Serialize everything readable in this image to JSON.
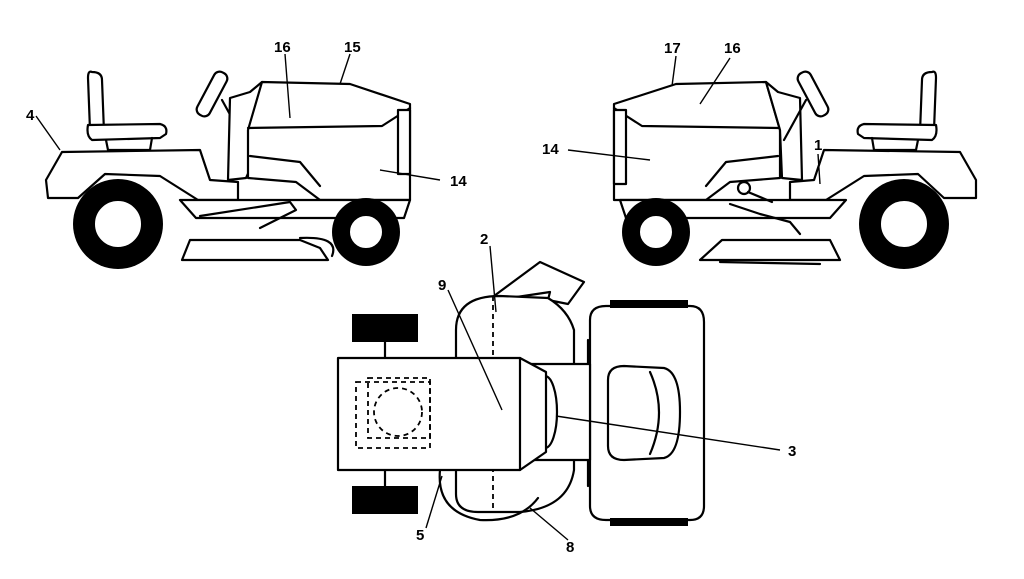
{
  "callouts": {
    "left_view": {
      "c4": "4",
      "c16": "16",
      "c15": "15",
      "c14": "14"
    },
    "right_view": {
      "c17": "17",
      "c16": "16",
      "c14": "14",
      "c1": "1"
    },
    "top_view": {
      "c2": "2",
      "c9": "9",
      "c3": "3",
      "c5": "5",
      "c8": "8"
    }
  }
}
